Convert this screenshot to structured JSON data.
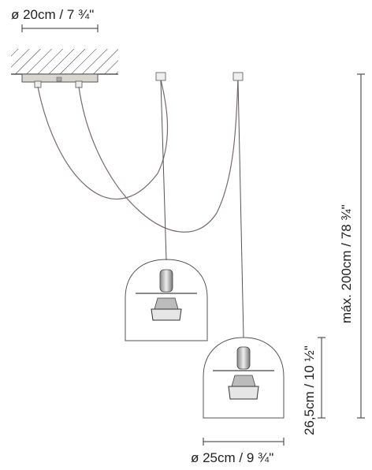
{
  "dimensions": {
    "canopy_diameter": "ø 20cm / 7 ¾\"",
    "max_height": "máx. 200cm / 78 ¾\"",
    "shade_height": "26,5cm / 10 ½\"",
    "shade_diameter": "ø 25cm / 9 ¾\""
  },
  "colors": {
    "line": "#333333",
    "cord": "#7a6a6a",
    "canopy": "#d9d6d0"
  }
}
